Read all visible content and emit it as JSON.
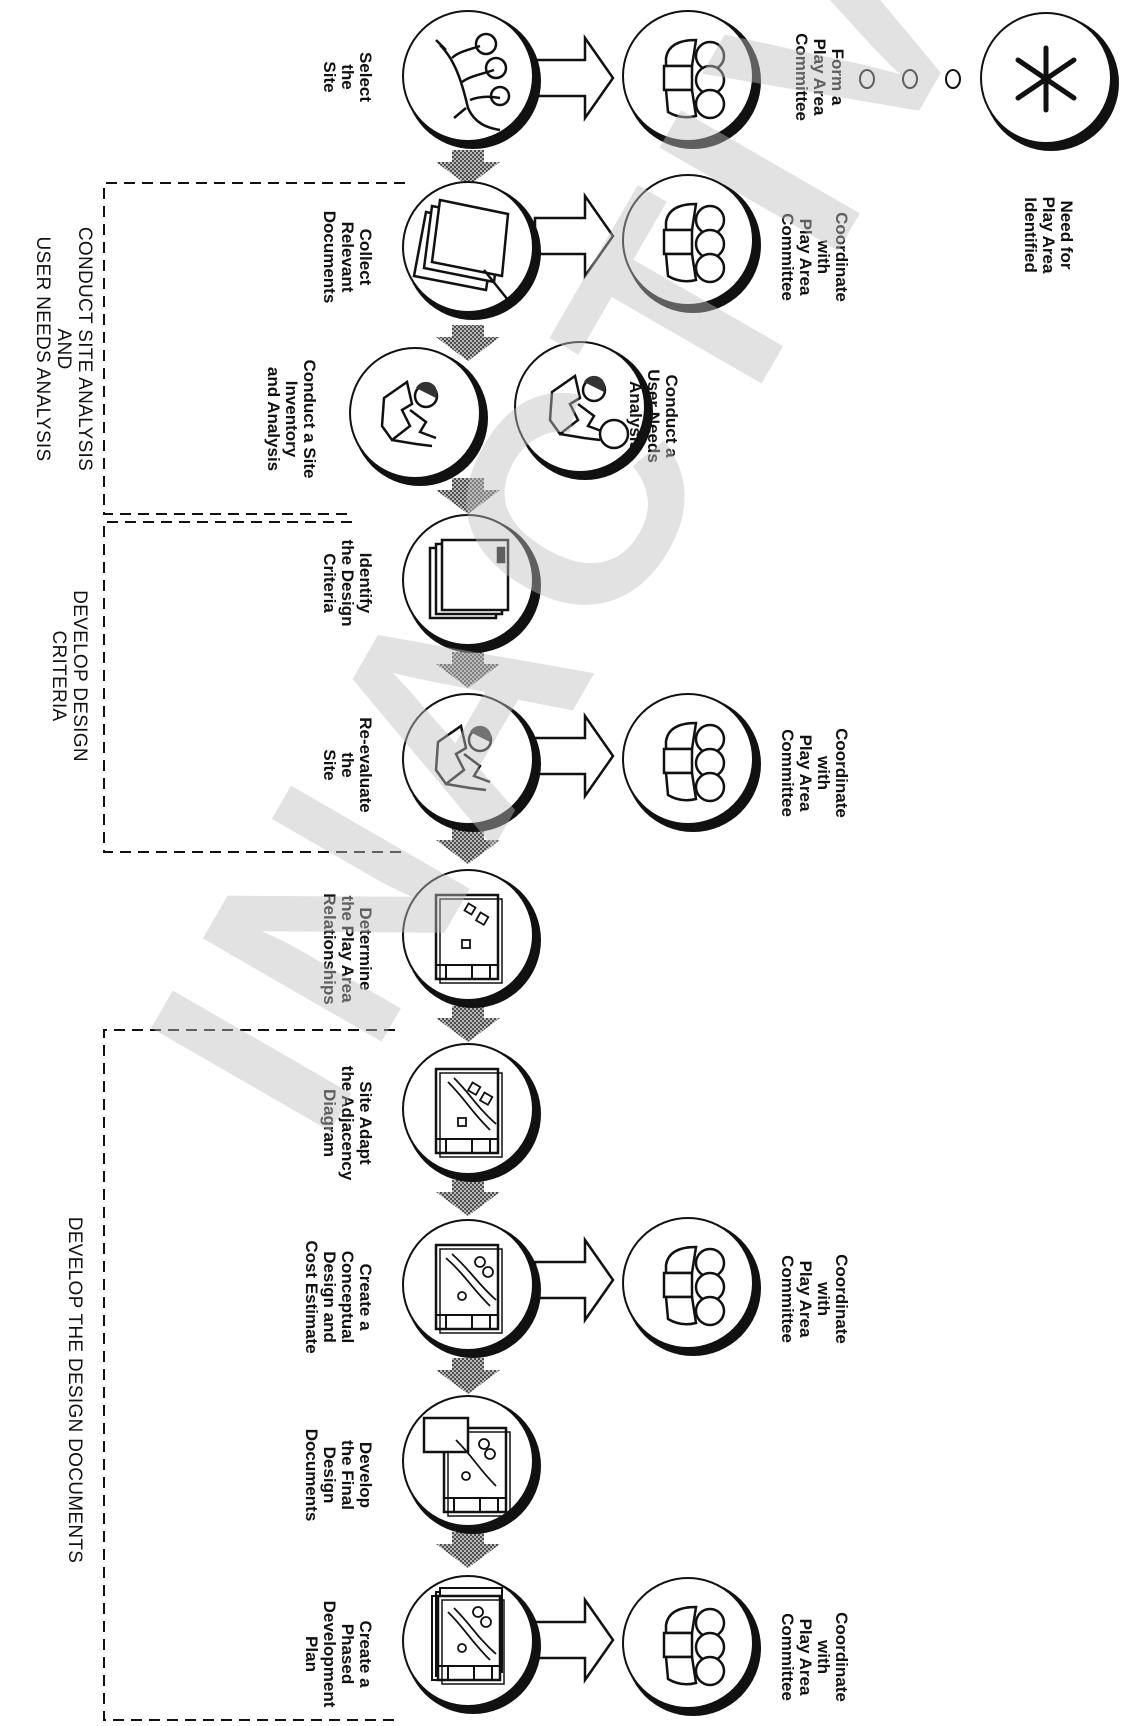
{
  "watermark": "INACTIVE",
  "phases": {
    "site_analysis": "CONDUCT SITE ANALYSIS\nAND\nUSER NEEDS ANALYSIS",
    "design_criteria": "DEVELOP DESIGN\nCRITERIA",
    "design_documents": "DEVELOP THE DESIGN DOCUMENTS"
  },
  "steps": {
    "need": "Need for\nPlay Area\nIdentified",
    "form_committee": "Form a\nPlay Area\nCommittee",
    "select_site": "Select\nthe\nSite",
    "coord_1": "Coordinate\nwith\nPlay Area\nCommittee",
    "collect_docs": "Collect\nRelevant\nDocuments",
    "user_needs": "Conduct a\nUser Needs\nAnalysis",
    "site_inventory": "Conduct a Site\nInventory\nand Analysis",
    "design_criteria": "Identify\nthe Design\nCriteria",
    "coord_2": "Coordinate\nwith\nPlay Area\nCommittee",
    "reevaluate": "Re-evaluate\nthe\nSite",
    "relationships": "Determine\nthe Play Area\nRelationships",
    "adjacency": "Site Adapt\nthe Adjacency\nDiagram",
    "coord_3": "Coordinate\nwith\nPlay Area\nCommittee",
    "conceptual": "Create a\nConceptual\nDesign and\nCost Estimate",
    "final_docs": "Develop\nthe Final\nDesign\nDocuments",
    "coord_4": "Coordinate\nwith\nPlay Area\nCommittee",
    "phased_plan": "Create a\nPhased\nDevelopment\nPlan"
  }
}
